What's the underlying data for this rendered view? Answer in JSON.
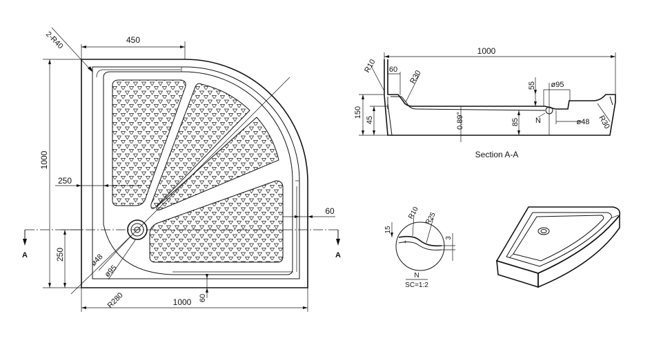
{
  "plan": {
    "dims": {
      "radius_label": "2-R40",
      "top_width": "450",
      "height_total": "1000",
      "left_offset": "250",
      "right_offset": "60",
      "bottom_left": "250",
      "drain_small": "ø48",
      "drain_large": "ø95",
      "arc_radius": "R280",
      "bottom_60": "60",
      "bottom_width": "1000"
    },
    "section_mark": "A"
  },
  "section": {
    "title": "Section  A-A",
    "dims": {
      "width": "1000",
      "r10": "R10",
      "d60": "60",
      "r30_left": "R30",
      "d55": "55",
      "d95": "ø95",
      "h150": "150",
      "h45": "45",
      "slope": "0.89°",
      "h85": "85",
      "n_label": "N",
      "d48": "ø48",
      "r30_right": "R30"
    }
  },
  "detail": {
    "dims": {
      "r10": "R10",
      "r25": "R25",
      "d15": "15",
      "d3": "3"
    },
    "label": "N",
    "scale": "SC=1:2"
  }
}
